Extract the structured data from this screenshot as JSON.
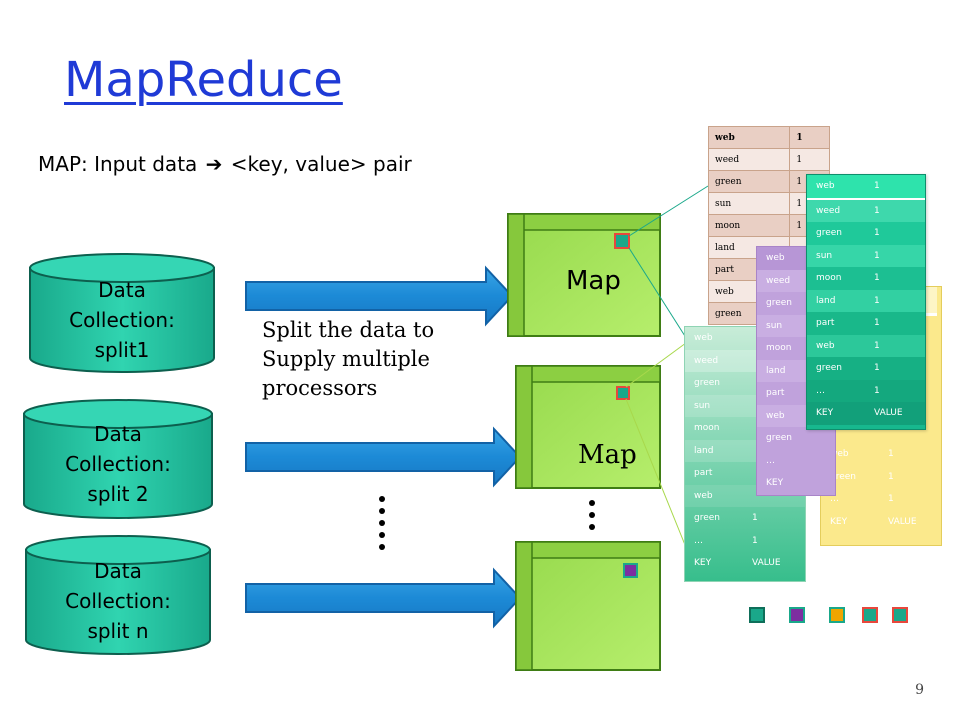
{
  "title": "MapReduce",
  "subtitle": {
    "before": "MAP: Input data ",
    "arrow": "➔",
    "after": " <key, value> pair"
  },
  "collections": [
    {
      "line1": "Data",
      "line2": "Collection:",
      "line3": "split1"
    },
    {
      "line1": "Data",
      "line2": "Collection:",
      "line3": "split 2"
    },
    {
      "line1": "Data",
      "line2": "Collection:",
      "line3": "split n"
    }
  ],
  "split_note": [
    "Split the data to",
    "Supply multiple",
    "processors"
  ],
  "map_labels": {
    "first": "Map",
    "second": "Map"
  },
  "tables": {
    "orange_keys": [
      "web",
      "weed",
      "green",
      "sun",
      "moon",
      "land",
      "part",
      "web",
      "green"
    ],
    "orange_values": [
      "1",
      "1",
      "1",
      "1",
      "1"
    ],
    "green_front": [
      {
        "k": "web",
        "v": "1"
      },
      {
        "k": "weed",
        "v": "1"
      },
      {
        "k": "green",
        "v": "1"
      },
      {
        "k": "sun",
        "v": "1"
      },
      {
        "k": "moon",
        "v": "1"
      },
      {
        "k": "land",
        "v": "1"
      },
      {
        "k": "part",
        "v": "1"
      },
      {
        "k": "web",
        "v": "1"
      },
      {
        "k": "green",
        "v": "1"
      },
      {
        "k": "…",
        "v": "1"
      },
      {
        "k": "KEY",
        "v": "VALUE"
      }
    ],
    "purple_keys": [
      "web",
      "weed",
      "green",
      "sun",
      "moon",
      "land",
      "part",
      "web",
      "green",
      "…",
      "KEY"
    ],
    "light_green": [
      {
        "k": "web",
        "v": ""
      },
      {
        "k": "weed",
        "v": ""
      },
      {
        "k": "green",
        "v": ""
      },
      {
        "k": "sun",
        "v": ""
      },
      {
        "k": "moon",
        "v": ""
      },
      {
        "k": "land",
        "v": ""
      },
      {
        "k": "part",
        "v": ""
      },
      {
        "k": "web",
        "v": ""
      },
      {
        "k": "green",
        "v": "1"
      },
      {
        "k": "…",
        "v": "1"
      },
      {
        "k": "KEY",
        "v": "VALUE"
      }
    ],
    "yellow_visible": [
      {
        "k": "web",
        "v": "1"
      },
      {
        "k": "green",
        "v": "1"
      },
      {
        "k": "…",
        "v": "1"
      },
      {
        "k": "KEY",
        "v": "VALUE"
      }
    ]
  },
  "legend_colors": [
    "#1aa88a",
    "#7d2ea0",
    "#f0a500",
    "#e8473c",
    "#e8473c"
  ],
  "page_number": "9"
}
